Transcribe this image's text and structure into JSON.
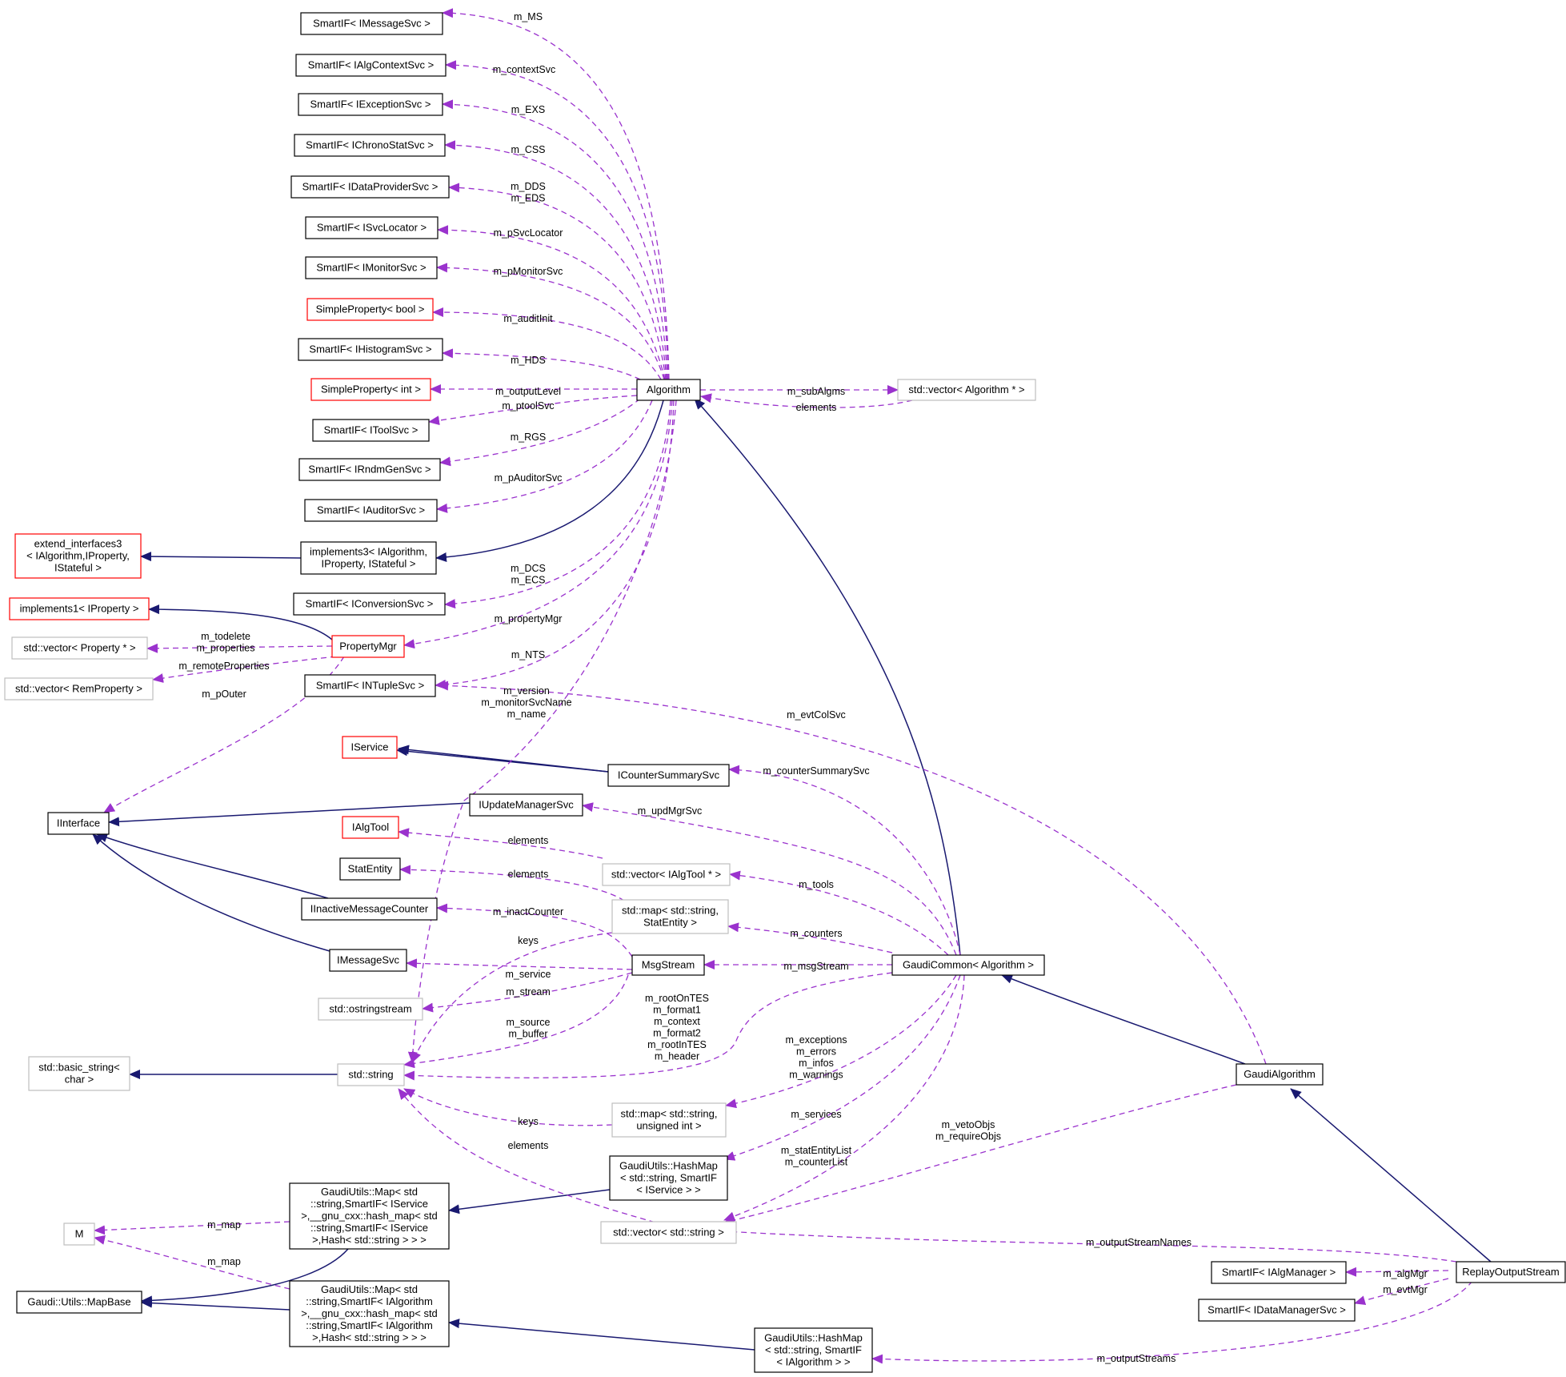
{
  "colors": {
    "normal_border": "#000000",
    "undocumented_border": "#ff0000",
    "external_border": "#bfbfbf",
    "selected_fill": "#bfbfbf",
    "inheritance_edge": "#191970",
    "usage_edge": "#9a32cd"
  },
  "nodes": {
    "imessagesvc_sp": {
      "lines": [
        "SmartIF< IMessageSvc >"
      ],
      "style": "normal"
    },
    "ialgcontextsvc_sp": {
      "lines": [
        "SmartIF< IAlgContextSvc >"
      ],
      "style": "normal"
    },
    "iexceptionsvc_sp": {
      "lines": [
        "SmartIF< IExceptionSvc >"
      ],
      "style": "normal"
    },
    "ichronostatsvc_sp": {
      "lines": [
        "SmartIF< IChronoStatSvc >"
      ],
      "style": "normal"
    },
    "idataprovidersvc_sp": {
      "lines": [
        "SmartIF< IDataProviderSvc >"
      ],
      "style": "normal"
    },
    "isvclocator_sp": {
      "lines": [
        "SmartIF< ISvcLocator >"
      ],
      "style": "normal"
    },
    "imonitorsvc_sp": {
      "lines": [
        "SmartIF< IMonitorSvc >"
      ],
      "style": "normal"
    },
    "simpleproperty_bool": {
      "lines": [
        "SimpleProperty< bool >"
      ],
      "style": "undocumented"
    },
    "ihistogramsvc_sp": {
      "lines": [
        "SmartIF< IHistogramSvc >"
      ],
      "style": "normal"
    },
    "simpleproperty_int": {
      "lines": [
        "SimpleProperty< int >"
      ],
      "style": "undocumented"
    },
    "itoolsvc_sp": {
      "lines": [
        "SmartIF< IToolSvc >"
      ],
      "style": "normal"
    },
    "irndmgensvc_sp": {
      "lines": [
        "SmartIF< IRndmGenSvc >"
      ],
      "style": "normal"
    },
    "iauditorsvc_sp": {
      "lines": [
        "SmartIF< IAuditorSvc >"
      ],
      "style": "normal"
    },
    "implements3": {
      "lines": [
        "implements3< IAlgorithm,",
        "IProperty, IStateful >"
      ],
      "style": "normal"
    },
    "iconversionsvc_sp": {
      "lines": [
        "SmartIF< IConversionSvc >"
      ],
      "style": "normal"
    },
    "propertymgr": {
      "lines": [
        "PropertyMgr"
      ],
      "style": "undocumented"
    },
    "intuplesvc_sp": {
      "lines": [
        "SmartIF< INTupleSvc >"
      ],
      "style": "normal"
    },
    "extend_interfaces3": {
      "lines": [
        "extend_interfaces3",
        "< IAlgorithm,IProperty,",
        "IStateful >"
      ],
      "style": "undocumented"
    },
    "implements1": {
      "lines": [
        "implements1< IProperty >"
      ],
      "style": "undocumented"
    },
    "vector_property": {
      "lines": [
        "std::vector< Property * >"
      ],
      "style": "external"
    },
    "vector_remproperty": {
      "lines": [
        "std::vector< RemProperty >"
      ],
      "style": "external"
    },
    "algorithm": {
      "lines": [
        "Algorithm"
      ],
      "style": "normal"
    },
    "vector_algorithm": {
      "lines": [
        "std::vector< Algorithm * >"
      ],
      "style": "external"
    },
    "iservice": {
      "lines": [
        "IService"
      ],
      "style": "undocumented"
    },
    "icountersummarysvc": {
      "lines": [
        "ICounterSummarySvc"
      ],
      "style": "normal"
    },
    "iupdatemanagersvc": {
      "lines": [
        "IUpdateManagerSvc"
      ],
      "style": "normal"
    },
    "iinterface": {
      "lines": [
        "IInterface"
      ],
      "style": "normal"
    },
    "ialgtool": {
      "lines": [
        "IAlgTool"
      ],
      "style": "undocumented"
    },
    "vector_ialgtool": {
      "lines": [
        "std::vector< IAlgTool * >"
      ],
      "style": "external"
    },
    "statentity": {
      "lines": [
        "StatEntity"
      ],
      "style": "normal"
    },
    "iinactivemessagecounter": {
      "lines": [
        "IInactiveMessageCounter"
      ],
      "style": "normal"
    },
    "map_statentity": {
      "lines": [
        "std::map< std::string,",
        "StatEntity >"
      ],
      "style": "external"
    },
    "imessagesvc": {
      "lines": [
        "IMessageSvc"
      ],
      "style": "normal"
    },
    "msgstream": {
      "lines": [
        "MsgStream"
      ],
      "style": "normal"
    },
    "gaudicommon": {
      "lines": [
        "GaudiCommon< Algorithm >"
      ],
      "style": "normal"
    },
    "ostringstream": {
      "lines": [
        "std::ostringstream"
      ],
      "style": "external"
    },
    "basic_string": {
      "lines": [
        "std::basic_string<",
        "char >"
      ],
      "style": "external"
    },
    "std_string": {
      "lines": [
        "std::string"
      ],
      "style": "external"
    },
    "gaudialgorithm": {
      "lines": [
        "GaudiAlgorithm"
      ],
      "style": "normal"
    },
    "map_unsigned": {
      "lines": [
        "std::map< std::string,",
        "unsigned int >"
      ],
      "style": "external"
    },
    "hashmap_iservice": {
      "lines": [
        "GaudiUtils::HashMap",
        "< std::string, SmartIF",
        "< IService > >"
      ],
      "style": "normal"
    },
    "map_iservice": {
      "lines": [
        "GaudiUtils::Map< std",
        "::string,SmartIF< IService",
        ">,__gnu_cxx::hash_map< std",
        "::string,SmartIF< IService",
        ">,Hash< std::string > > >"
      ],
      "style": "normal"
    },
    "m_node": {
      "lines": [
        "M"
      ],
      "style": "external"
    },
    "vector_string": {
      "lines": [
        "std::vector< std::string >"
      ],
      "style": "external"
    },
    "replayoutputstream": {
      "lines": [
        "ReplayOutputStream"
      ],
      "style": "selected"
    },
    "ialgmanager_sp": {
      "lines": [
        "SmartIF< IAlgManager >"
      ],
      "style": "normal"
    },
    "idatamanagersvc_sp": {
      "lines": [
        "SmartIF< IDataManagerSvc >"
      ],
      "style": "normal"
    },
    "mapbase": {
      "lines": [
        "Gaudi::Utils::MapBase"
      ],
      "style": "normal"
    },
    "map_ialgorithm": {
      "lines": [
        "GaudiUtils::Map< std",
        "::string,SmartIF< IAlgorithm",
        ">,__gnu_cxx::hash_map< std",
        "::string,SmartIF< IAlgorithm",
        ">,Hash< std::string > > >"
      ],
      "style": "normal"
    },
    "hashmap_ialgorithm": {
      "lines": [
        "GaudiUtils::HashMap",
        "< std::string, SmartIF",
        "< IAlgorithm > >"
      ],
      "style": "normal"
    }
  },
  "edge_labels": {
    "m_ms": [
      "m_MS"
    ],
    "m_contextsvc": [
      "m_contextSvc"
    ],
    "m_exs": [
      "m_EXS"
    ],
    "m_css": [
      "m_CSS"
    ],
    "m_dds_eds": [
      "m_DDS",
      "m_EDS"
    ],
    "m_psvclocator": [
      "m_pSvcLocator"
    ],
    "m_pmonitorsvc": [
      "m_pMonitorSvc"
    ],
    "m_auditinit": [
      "m_auditInit"
    ],
    "m_hds": [
      "m_HDS"
    ],
    "m_outputlevel": [
      "m_outputLevel"
    ],
    "m_ptoolsvc": [
      "m_ptoolSvc"
    ],
    "m_rgs": [
      "m_RGS"
    ],
    "m_pauditorsvc": [
      "m_pAuditorSvc"
    ],
    "m_dcs_ecs": [
      "m_DCS",
      "m_ECS"
    ],
    "m_propertymgr": [
      "m_propertyMgr"
    ],
    "m_nts": [
      "m_NTS"
    ],
    "m_todelete": [
      "m_todelete",
      "m_properties"
    ],
    "m_remoteproperties": [
      "m_remoteProperties"
    ],
    "m_pouter": [
      "m_pOuter"
    ],
    "m_version": [
      "m_version",
      "m_monitorSvcName",
      "m_name"
    ],
    "m_subalgms": [
      "m_subAlgms"
    ],
    "elements_alg": [
      "elements"
    ],
    "m_evtcolsvc": [
      "m_evtColSvc"
    ],
    "m_countersummarysvc": [
      "m_counterSummarySvc"
    ],
    "m_updmgrsvc": [
      "m_updMgrSvc"
    ],
    "elements_tool": [
      "elements"
    ],
    "m_tools": [
      "m_tools"
    ],
    "elements_stat": [
      "elements"
    ],
    "m_inactcounter": [
      "m_inactCounter"
    ],
    "keys_stat": [
      "keys"
    ],
    "m_counters": [
      "m_counters"
    ],
    "m_service": [
      "m_service"
    ],
    "m_msgstream": [
      "m_msgStream"
    ],
    "m_stream": [
      "m_stream"
    ],
    "m_source": [
      "m_source",
      "m_buffer"
    ],
    "m_rootontes": [
      "m_rootOnTES",
      "m_format1",
      "m_context",
      "m_format2",
      "m_rootInTES",
      "m_header"
    ],
    "m_exceptions": [
      "m_exceptions",
      "m_errors",
      "m_infos",
      "m_warnings"
    ],
    "keys_uint": [
      "keys"
    ],
    "elements_str": [
      "elements"
    ],
    "m_services": [
      "m_services"
    ],
    "m_vetoobjs": [
      "m_vetoObjs",
      "m_requireObjs"
    ],
    "m_statentitylist": [
      "m_statEntityList",
      "m_counterList"
    ],
    "m_map1": [
      "m_map"
    ],
    "m_map2": [
      "m_map"
    ],
    "m_outputstreamnames": [
      "m_outputStreamNames"
    ],
    "m_algmgr": [
      "m_algMgr"
    ],
    "m_evtmgr": [
      "m_evtMgr"
    ],
    "m_outputstreams": [
      "m_outputStreams"
    ]
  }
}
